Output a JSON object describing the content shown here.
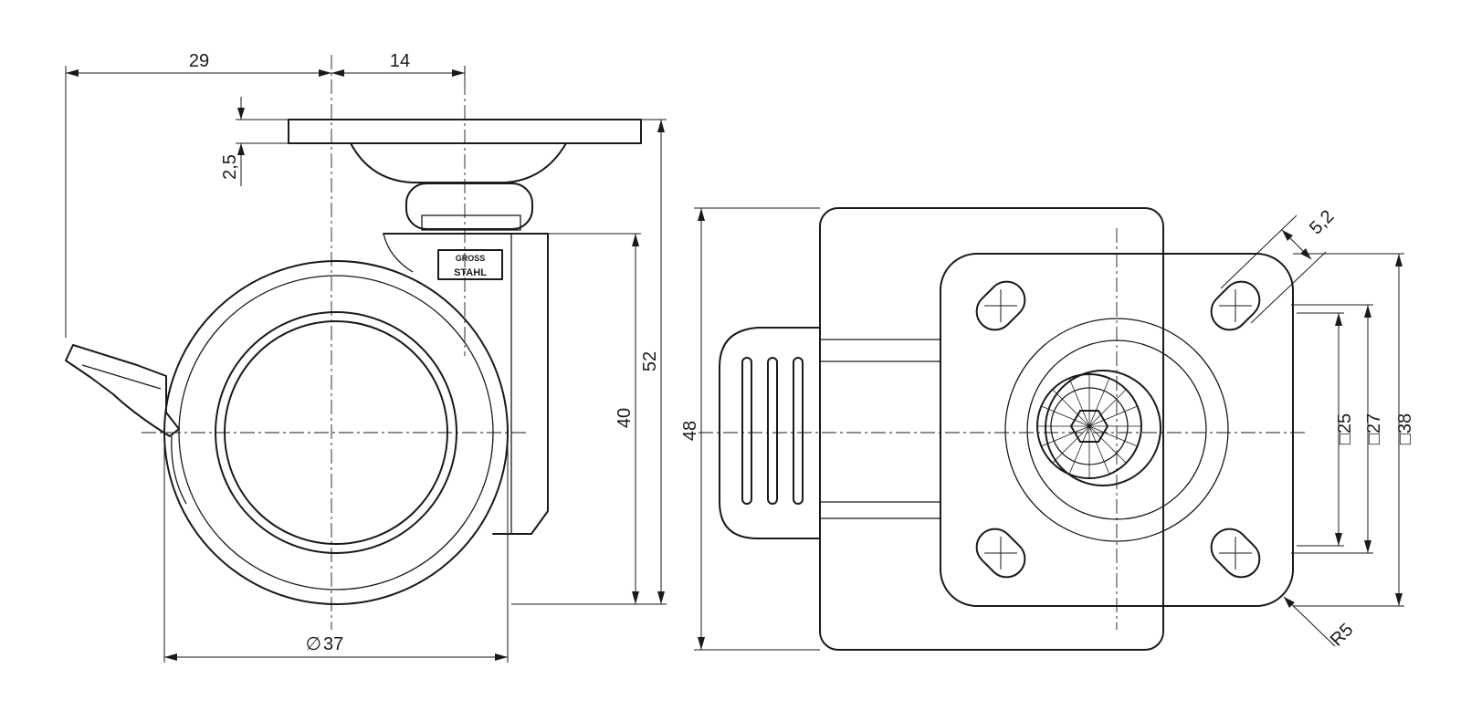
{
  "dimensions": {
    "side_offset_left": "29",
    "side_offset_right": "14",
    "plate_thickness": "2,5",
    "total_height": "52",
    "wheel_axis_height": "40",
    "wheel_diameter": "37",
    "diameter_symbol": "∅",
    "top_view_width": "48",
    "hole_diameter": "5,2",
    "hole_spacing_small": "□25",
    "hole_spacing_medium": "□27",
    "plate_size": "□38",
    "corner_radius": "R5"
  },
  "logo": {
    "line1": "GROSS",
    "line2": "STAHL"
  }
}
